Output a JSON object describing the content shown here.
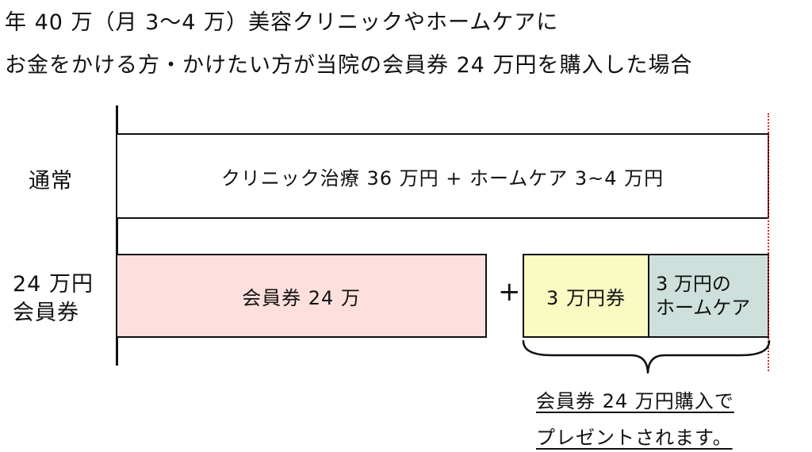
{
  "title": {
    "line1": "年 40 万（月 3〜4 万）美容クリニックやホームケアに",
    "line2": "お金をかける方・かけたい方が当院の会員券 24 万円を購入した場合"
  },
  "rows": {
    "normal": {
      "label": "通常",
      "bar_text": "クリニック治療 36 万円 + ホームケア 3~4 万円"
    },
    "member": {
      "label_line1": "24 万円",
      "label_line2": "会員券",
      "membership_text": "会員券 24 万",
      "plus": "+",
      "ticket_text": "3 万円券",
      "homecare_line1": "3 万円の",
      "homecare_line2": "ホームケア"
    }
  },
  "note": {
    "line1": "会員券 24 万円購入で",
    "line2": "プレゼントされます。"
  },
  "colors": {
    "membership_fill": "#fde0dd",
    "ticket_fill": "#fafac3",
    "homecare_fill": "#cde0dc",
    "limit_line": "#e02020"
  }
}
